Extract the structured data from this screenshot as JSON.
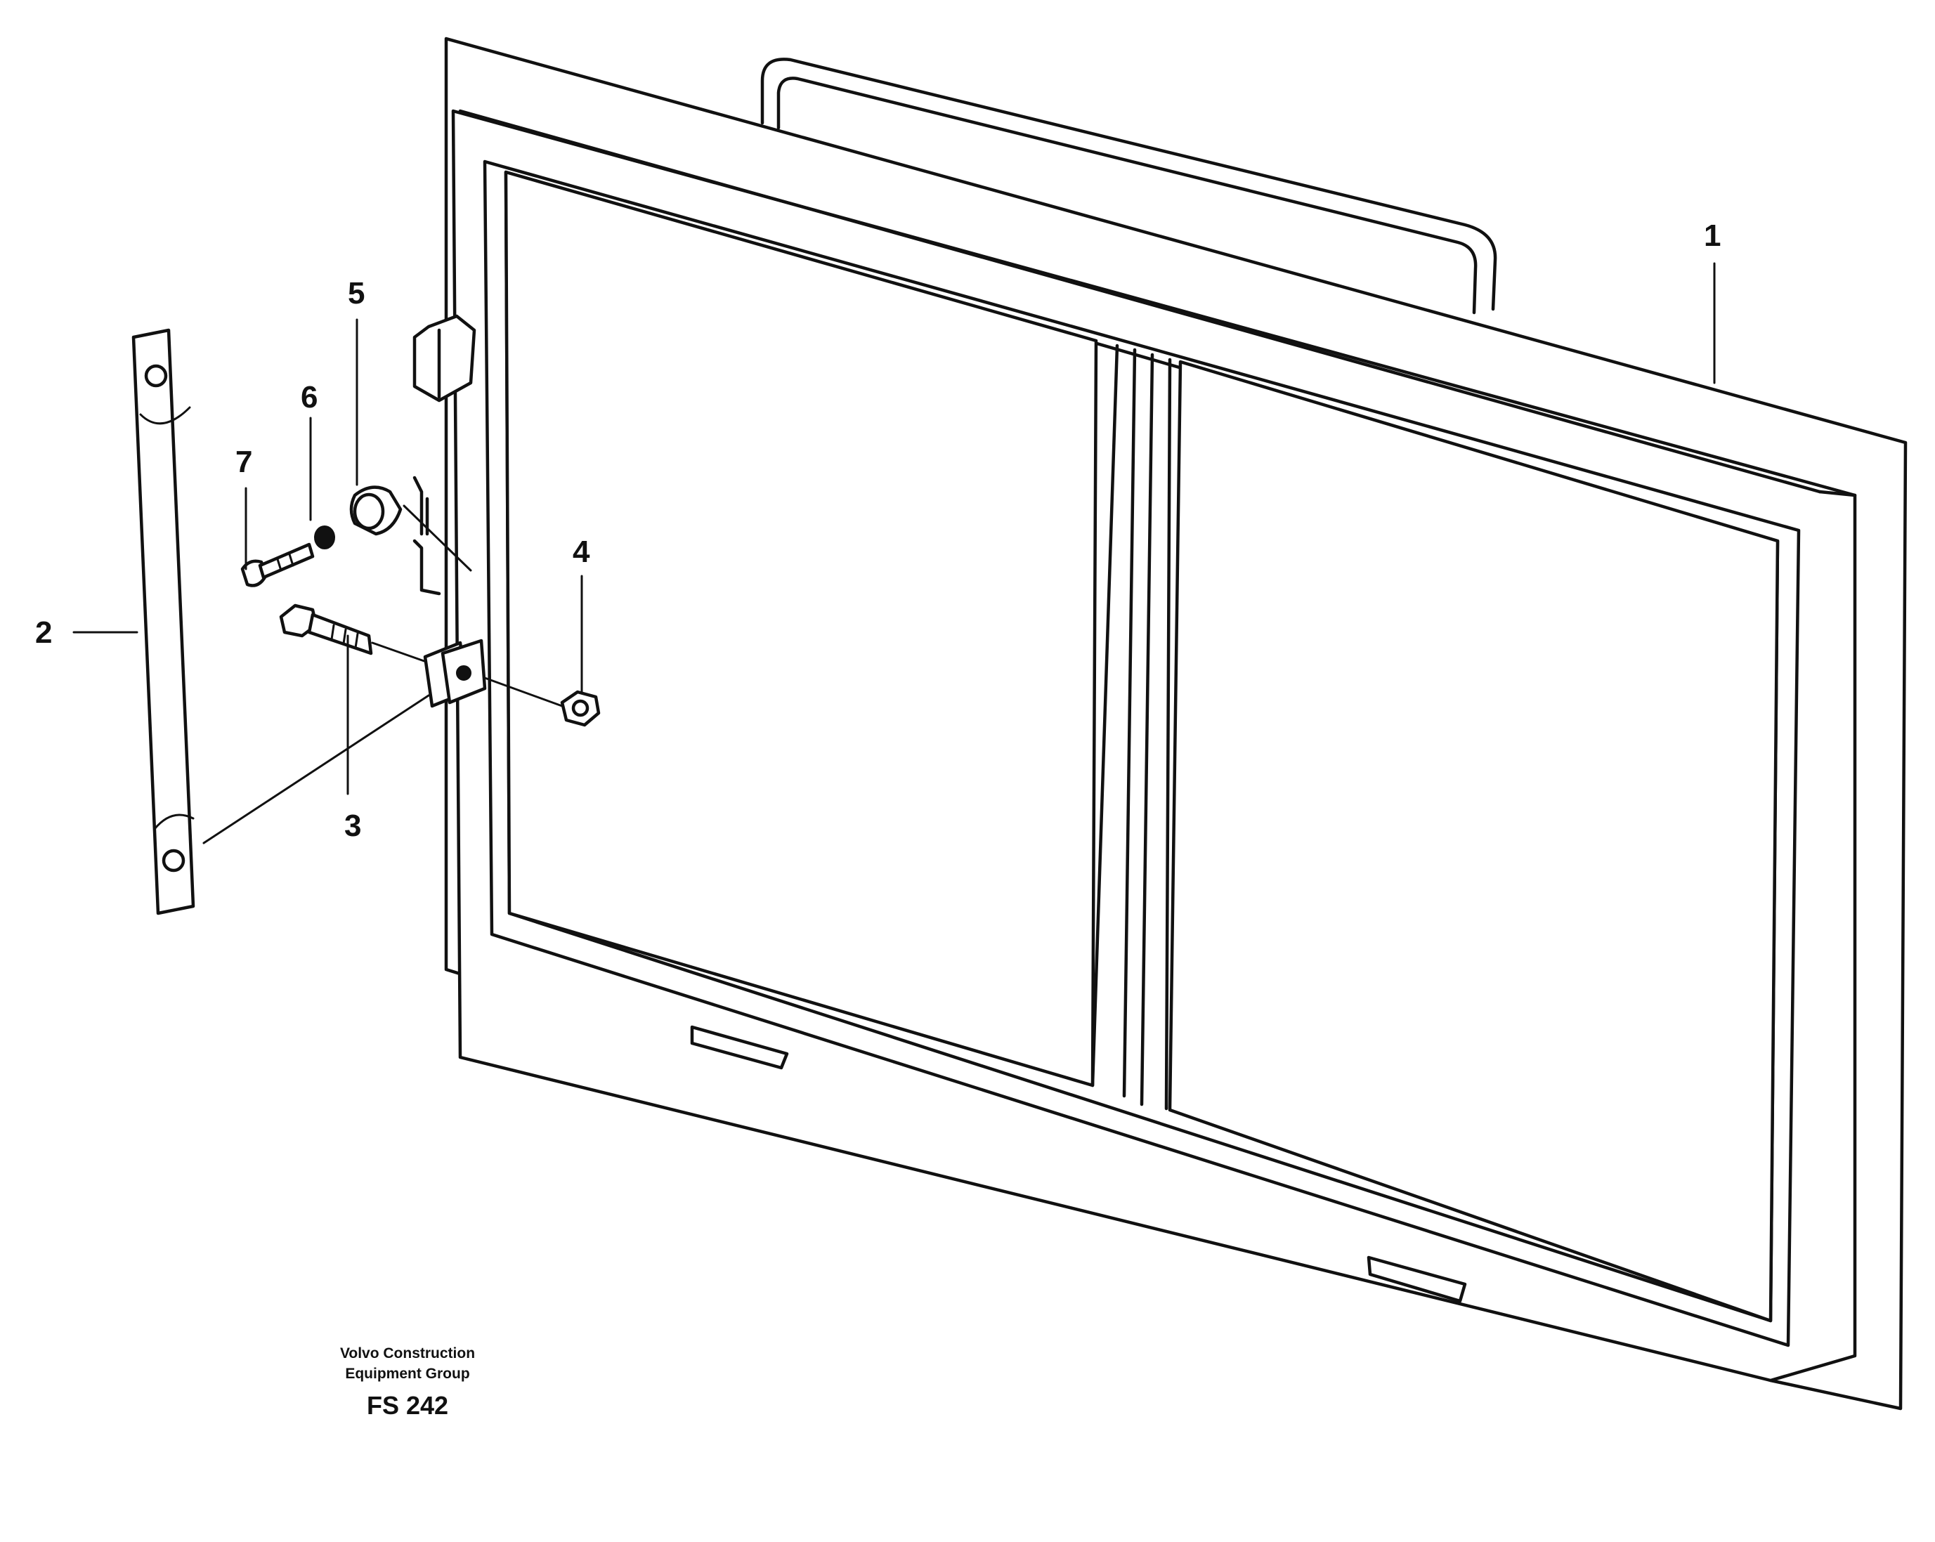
{
  "callouts": {
    "c1": "1",
    "c2": "2",
    "c3": "3",
    "c4": "4",
    "c5": "5",
    "c6": "6",
    "c7": "7"
  },
  "credit": {
    "line1": "Volvo Construction",
    "line2": "Equipment Group",
    "code": "FS 242"
  },
  "colors": {
    "ink": "#111111",
    "paper": "#ffffff"
  }
}
